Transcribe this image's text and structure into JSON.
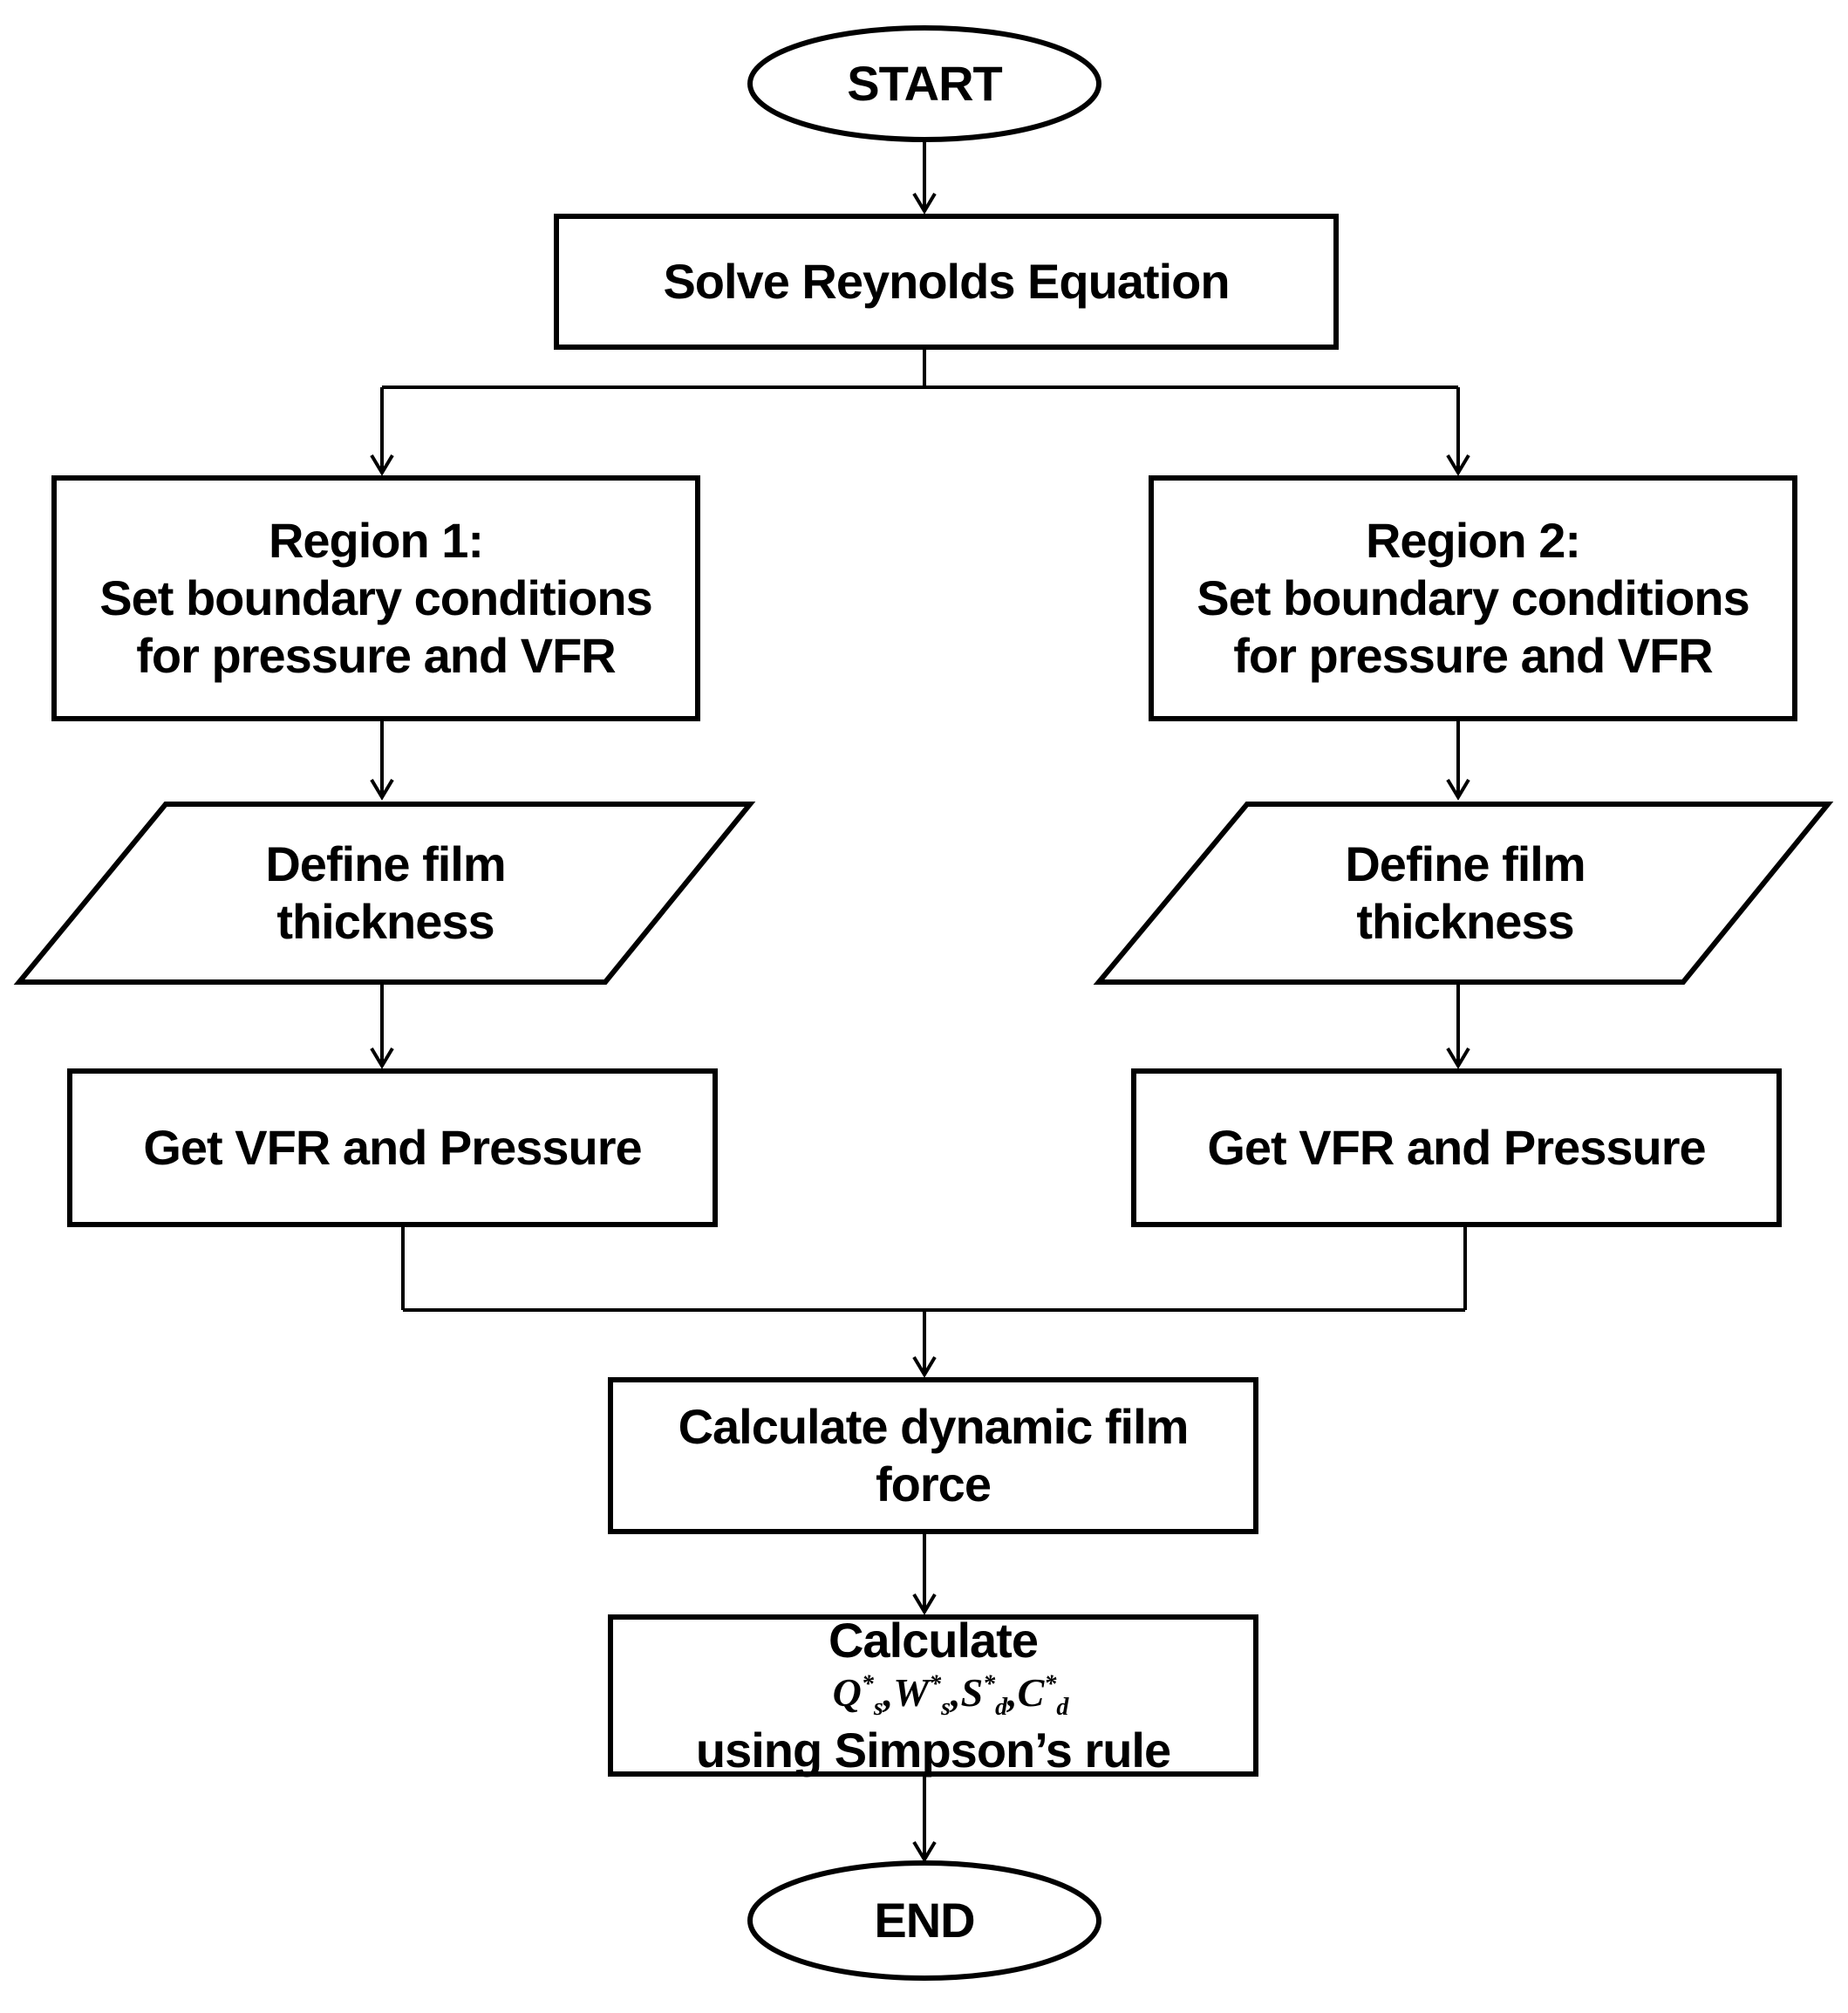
{
  "diagram": {
    "start": "START",
    "solve": "Solve Reynolds Equation",
    "region1": {
      "title": "Region 1:",
      "line2": "Set boundary conditions",
      "line3": "for pressure and VFR"
    },
    "region2": {
      "title": "Region 2:",
      "line2": "Set boundary conditions",
      "line3": "for pressure and VFR"
    },
    "film1": {
      "line1": "Define film",
      "line2": "thickness"
    },
    "film2": {
      "line1": "Define film",
      "line2": "thickness"
    },
    "get1": "Get VFR and Pressure",
    "get2": "Get VFR and Pressure",
    "dynamic": {
      "line1": "Calculate dynamic film",
      "line2": "force"
    },
    "calc": {
      "word": "Calculate",
      "q": "Q",
      "q_sub": "s",
      "w": "W",
      "w_sub": "s",
      "s": "S",
      "s_sub": "d",
      "c": "C",
      "c_sub": "d",
      "star": "*",
      "comma": ",",
      "line2": "using Simpson’s rule"
    },
    "end": "END"
  }
}
